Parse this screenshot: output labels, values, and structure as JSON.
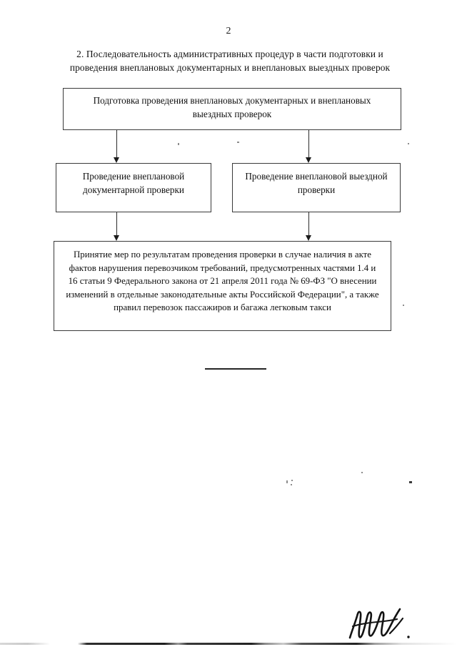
{
  "document": {
    "page_number": "2",
    "heading": {
      "line_1": "2. Последовательность административных процедур в части подготовки и",
      "line_2": "проведения внеплановых документарных и внеплановых выездных проверок"
    }
  },
  "flowchart": {
    "boxes": [
      {
        "id": "preparation",
        "text": "Подготовка проведения внеплановых документарных и внеплановых выездных проверок"
      },
      {
        "id": "documentary-check",
        "text": "Проведение внеплановой документарной проверки"
      },
      {
        "id": "field-check",
        "text": "Проведение внеплановой выездной проверки"
      },
      {
        "id": "measures",
        "text": "Принятие мер по результатам проведения проверки в случае наличия в акте фактов нарушения перевозчиком  требований, предусмотренных частями 1.4 и  16 статьи  9 Федерального закона от 21 апреля 2011 года  № 69-ФЗ \"О внесении изменений в отдельные законодательные акты Российской Федерации\", а также правил перевозок пассажиров и багажа легковым такси"
      }
    ],
    "connectors": [
      {
        "id": "preparation-to-documentary-check",
        "direction": "down"
      },
      {
        "id": "preparation-to-field-check",
        "direction": "down"
      },
      {
        "id": "documentary-check-to-measures",
        "direction": "down"
      },
      {
        "id": "field-check-to-measures",
        "direction": "down"
      }
    ]
  },
  "colors": {
    "page_background": "#ffffff",
    "text": "#101010",
    "box_border": "#3a3a3a",
    "connector": "#2a2a2a",
    "divider": "#262626"
  }
}
